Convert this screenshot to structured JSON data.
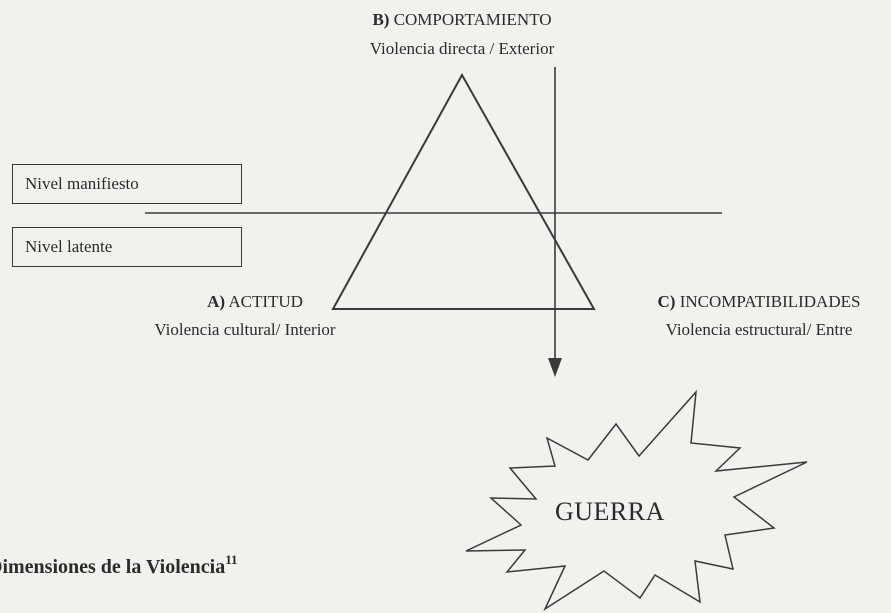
{
  "vertex_b": {
    "letter": "B)",
    "title": "COMPORTAMIENTO",
    "subtitle": "Violencia directa / Exterior"
  },
  "vertex_a": {
    "letter": "A)",
    "title": "ACTITUD",
    "subtitle": "Violencia cultural/ Interior"
  },
  "vertex_c": {
    "letter": "C)",
    "title": "INCOMPATIBILIDADES",
    "subtitle": "Violencia estructural/ Entre"
  },
  "levels": {
    "manifest": "Nivel manifiesto",
    "latent": "Nivel latente"
  },
  "outcome": "GUERRA",
  "caption": {
    "text": "Dimensiones de la Violencia",
    "footnote": "11"
  },
  "colors": {
    "line": "#3a3a3a",
    "background": "#f1f2ee"
  }
}
